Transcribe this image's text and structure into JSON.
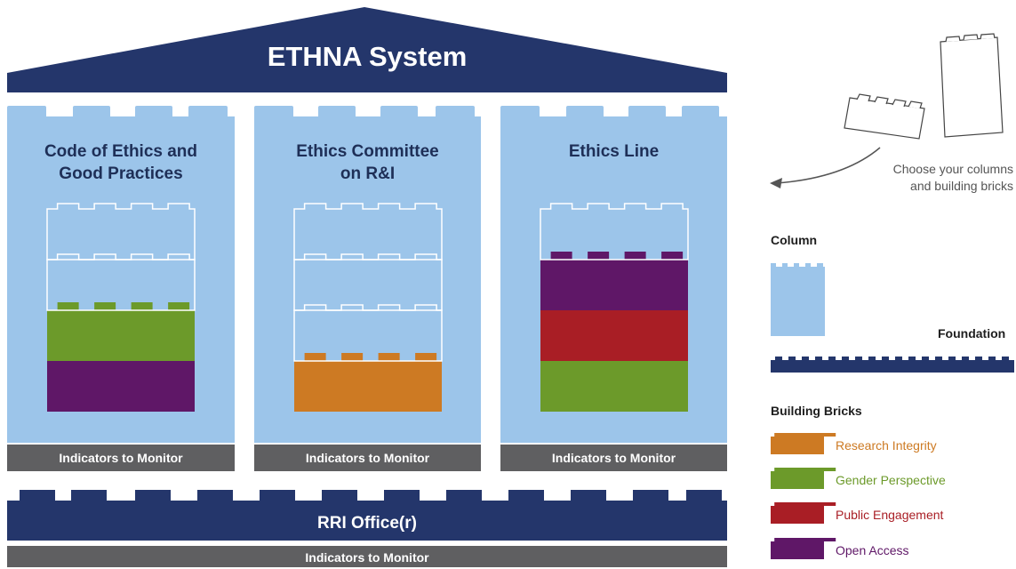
{
  "roof": {
    "title": "ETHNA System"
  },
  "columns": [
    {
      "title_line1": "Code of Ethics and",
      "title_line2": "Good Practices",
      "bricks": [
        "gender_perspective",
        "open_access"
      ],
      "empty_slots": 2,
      "footer": "Indicators to Monitor"
    },
    {
      "title_line1": "Ethics Committee",
      "title_line2": "on R&I",
      "bricks": [
        "research_integrity"
      ],
      "empty_slots": 3,
      "footer": "Indicators to Monitor"
    },
    {
      "title_line1": "Ethics Line",
      "title_line2": "",
      "bricks": [
        "open_access",
        "public_engagement",
        "gender_perspective"
      ],
      "empty_slots": 1,
      "footer": "Indicators to Monitor"
    }
  ],
  "foundation": {
    "title": "RRI Office(r)",
    "footer": "Indicators to Monitor"
  },
  "note": {
    "line1": "Choose your columns",
    "line2": "and building bricks"
  },
  "legend": {
    "column_heading": "Column",
    "foundation_label": "Foundation",
    "bricks_heading": "Building Bricks",
    "items": [
      {
        "key": "research_integrity",
        "label": "Research Integrity"
      },
      {
        "key": "gender_perspective",
        "label": "Gender Perspective"
      },
      {
        "key": "public_engagement",
        "label": "Public Engagement"
      },
      {
        "key": "open_access",
        "label": "Open Access"
      }
    ]
  },
  "colors": {
    "navy": "#24366b",
    "column_blue": "#9cc5ea",
    "grey_bar": "#5f5f61",
    "research_integrity": "#cd7a23",
    "gender_perspective": "#6c9a2a",
    "public_engagement": "#a91e25",
    "open_access": "#5f1767"
  }
}
